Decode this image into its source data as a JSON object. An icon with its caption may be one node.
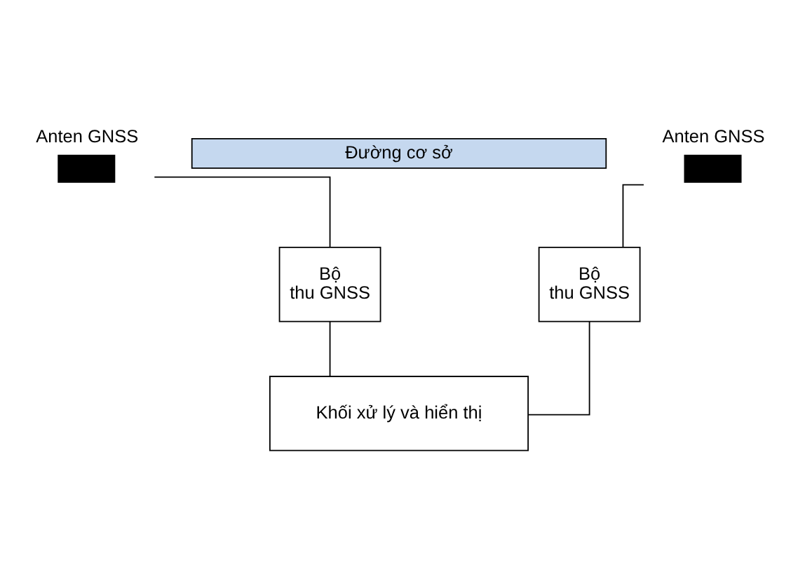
{
  "diagram": {
    "nodes": [
      {
        "text": [
          "Anten GNSS"
        ]
      },
      {
        "text": [
          "Đường cơ sở"
        ]
      },
      {
        "text": [
          "Anten GNSS"
        ]
      },
      {
        "text": [
          "Bộ thu GNSS"
        ]
      },
      {
        "text": [
          "Bộ thu GNSS"
        ]
      },
      {
        "text": [
          "Khối xử lý và hiển thị"
        ]
      }
    ],
    "edges": [
      {
        "from": 0,
        "to": 3,
        "arrow": "none"
      },
      {
        "from": 2,
        "to": 4,
        "arrow": "none"
      },
      {
        "from": 3,
        "to": 5,
        "arrow": "none"
      },
      {
        "from": 4,
        "to": 5,
        "arrow": "none"
      }
    ]
  }
}
